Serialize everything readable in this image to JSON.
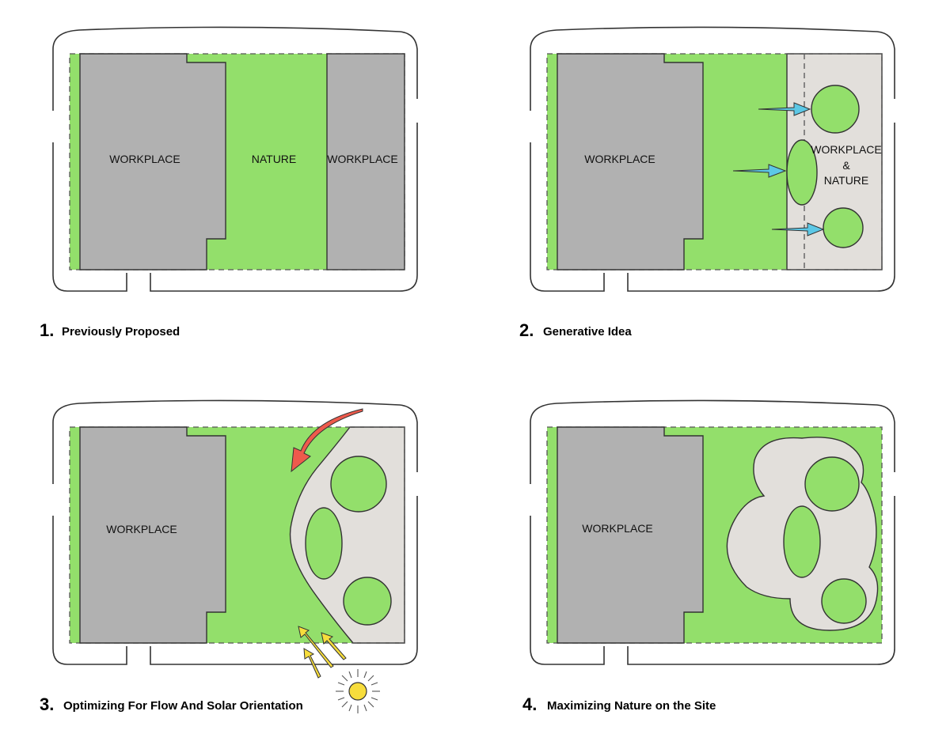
{
  "panels": [
    {
      "number": "1.",
      "caption": "Previously Proposed",
      "labels": [
        "WORKPLACE",
        "NATURE",
        "WORKPLACE"
      ]
    },
    {
      "number": "2.",
      "caption": "Generative Idea",
      "labels": [
        "WORKPLACE",
        "WORKPLACE",
        "&",
        "NATURE"
      ]
    },
    {
      "number": "3.",
      "caption": "Optimizing For Flow And Solar Orientation",
      "labels": [
        "WORKPLACE"
      ]
    },
    {
      "number": "4.",
      "caption": "Maximizing Nature on the Site",
      "labels": [
        "WORKPLACE"
      ]
    }
  ],
  "colors": {
    "nature_green": "#93df6b",
    "workplace_gray": "#b1b1b1",
    "plaza_beige": "#e2dfdb",
    "arrow_blue": "#5cc8e6",
    "arrow_red": "#ee5a4c",
    "sun_yellow": "#f7dd3c"
  },
  "icons": [
    "arrow-icon",
    "curved-arrow-icon",
    "sun-icon",
    "sunray-arrow-icon"
  ]
}
